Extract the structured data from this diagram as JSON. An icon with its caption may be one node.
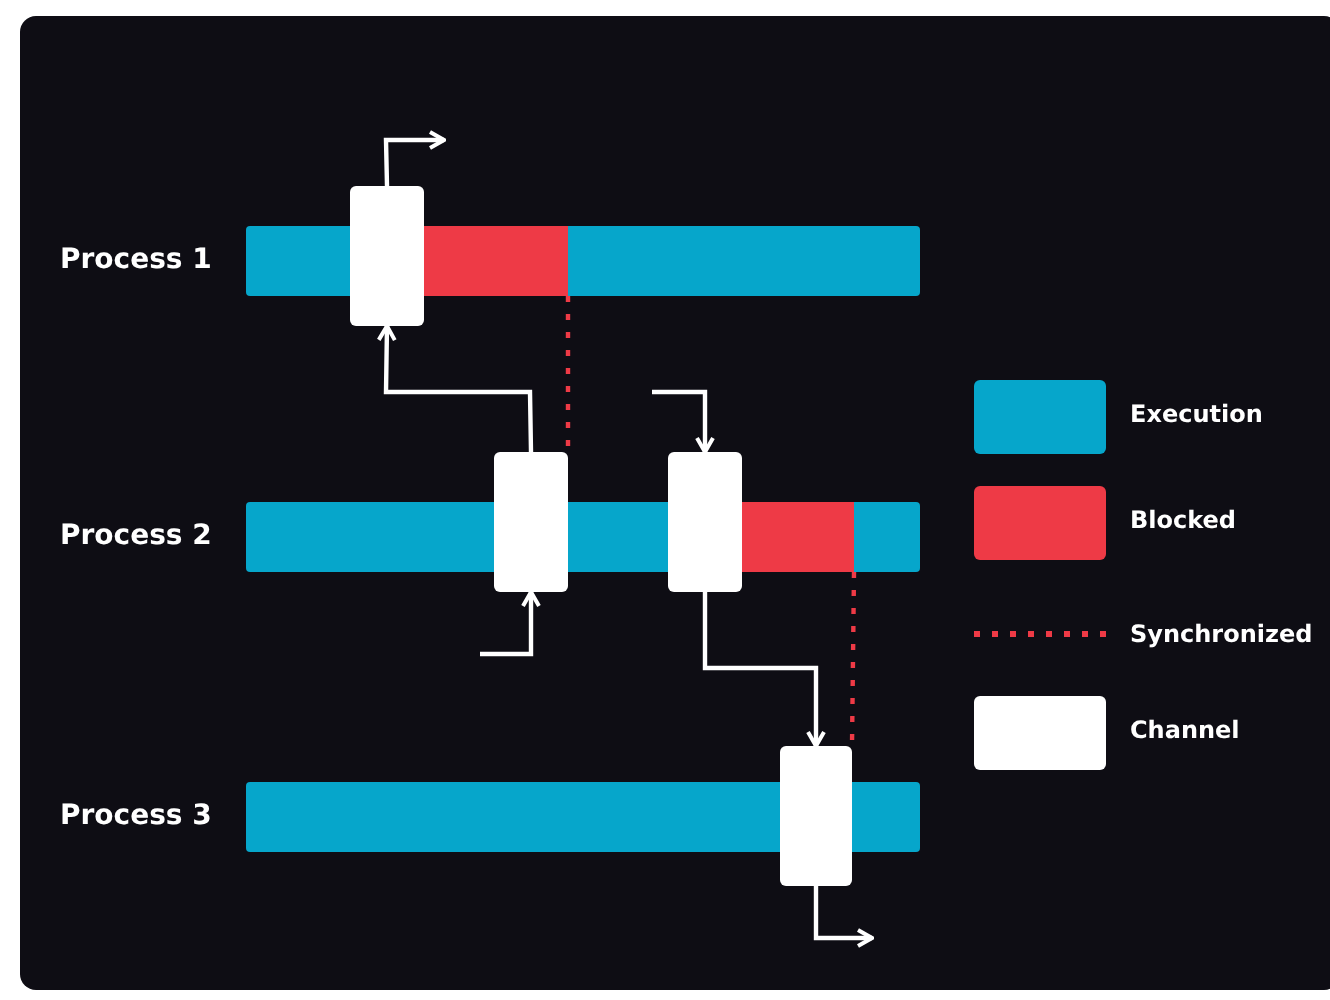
{
  "diagram": {
    "nodes": [
      {
        "text": [
          "Process 1"
        ]
      },
      {
        "text": [],
        "shape": "box"
      },
      {
        "text": [],
        "shape": "bar",
        "in": 0
      },
      {
        "text": [
          "Process 2"
        ]
      },
      {
        "text": [],
        "shape": "box"
      },
      {
        "text": [],
        "shape": "box"
      },
      {
        "text": [],
        "shape": "bar",
        "in": 3
      },
      {
        "text": [
          "Process 3"
        ]
      },
      {
        "text": [],
        "shape": "box"
      }
    ],
    "edges": [
      {
        "from": 1,
        "to": null,
        "arrow": "to"
      },
      {
        "from": 4,
        "to": 1,
        "arrow": "to"
      },
      {
        "from": null,
        "to": 4,
        "arrow": "to"
      },
      {
        "from": 2,
        "to": 4,
        "arrow": "none",
        "style": "dashed",
        "color": "#ee3a46"
      },
      {
        "from": null,
        "to": 5,
        "arrow": "to"
      },
      {
        "from": 5,
        "to": 8,
        "arrow": "to"
      },
      {
        "from": 6,
        "to": 8,
        "arrow": "none",
        "style": "dashed",
        "color": "#ee3a46"
      },
      {
        "from": 8,
        "to": null,
        "arrow": "to"
      }
    ],
    "legend": [
      {
        "text": "Execution",
        "color": "#06a6cb"
      },
      {
        "text": "Blocked",
        "color": "#ee3a46"
      },
      {
        "text": "Synchronized"
      },
      {
        "text": "Channel",
        "color": "#ffffff"
      }
    ]
  }
}
